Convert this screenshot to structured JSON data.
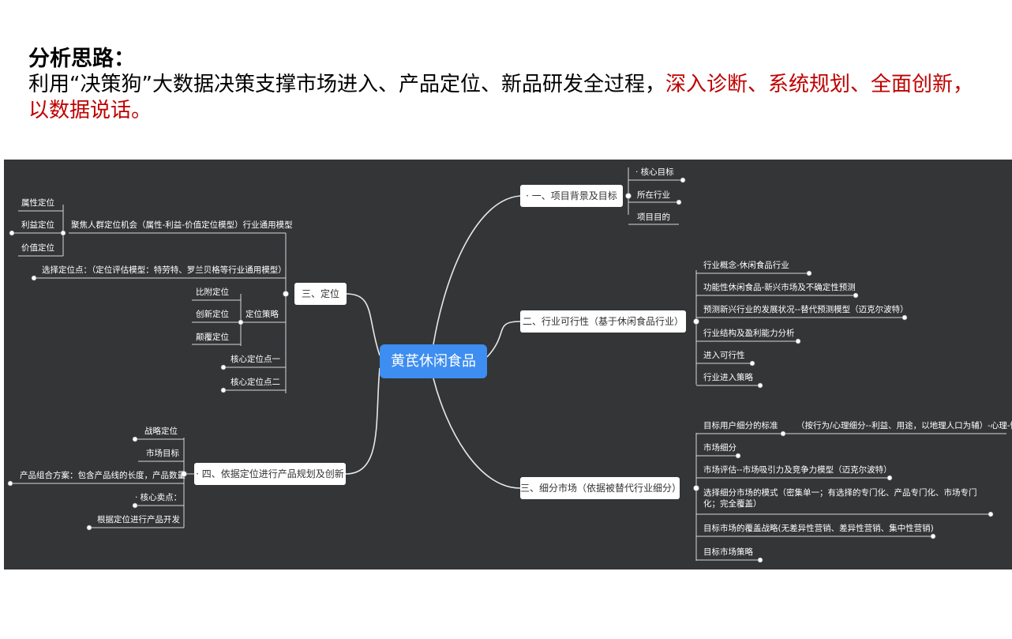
{
  "header": {
    "title": "分析思路：",
    "body_prefix": "利用“决策狗”大数据决策支撑市场进入、产品定位、新品研发全过程，",
    "body_red": "深入诊断、系统规划、全面创新，以数据说话。"
  },
  "mindmap": {
    "center": "黄芪休闲食品",
    "branch1": {
      "label": "· 一、项目背景及目标",
      "items": [
        "· 核心目标",
        "所在行业",
        "项目目的"
      ]
    },
    "branch2": {
      "label": "二、行业可行性（基于休闲食品行业）",
      "items": [
        "行业概念-休闲食品行业",
        "功能性休闲食品-新兴市场及不确定性预测",
        "预测新兴行业的发展状况--替代预测模型（迈克尔波特）",
        "行业结构及盈利能力分析",
        "进入可行性",
        "行业进入策略"
      ]
    },
    "branch3": {
      "label": "三、细分市场（依据被替代行业细分）",
      "items": [
        "目标用户细分的标准",
        "（按行为/心理细分--利益、用途，以地理人口为辅）-心理-情感",
        "市场细分",
        "市场评估--市场吸引力及竞争力模型（迈克尔波特）",
        "选择细分市场的模式（密集单一；有选择的专门化、产品专门化、市场专门化；完全覆盖）",
        "目标市场的覆盖战略(无差异性营销、差异性营销、集中性营销)",
        "目标市场策略"
      ]
    },
    "branch4": {
      "label": "三、定位",
      "items": [
        "聚焦人群定位机会（属性-利益-价值定位模型）行业通用模型",
        "属性定位",
        "利益定位",
        "价值定位",
        "选择定位点：（定位评估模型：特劳特、罗兰贝格等行业通用模型）",
        "定位策略",
        "比附定位",
        "创新定位",
        "颠覆定位",
        "核心定位点一",
        "核心定位点二"
      ]
    },
    "branch5": {
      "label": "· 四、依据定位进行产品规划及创新",
      "items": [
        "战略定位",
        "市场目标",
        "产品组合方案：包含产品线的长度，产品数量",
        "· 核心卖点：",
        "根据定位进行产品开发"
      ]
    }
  }
}
